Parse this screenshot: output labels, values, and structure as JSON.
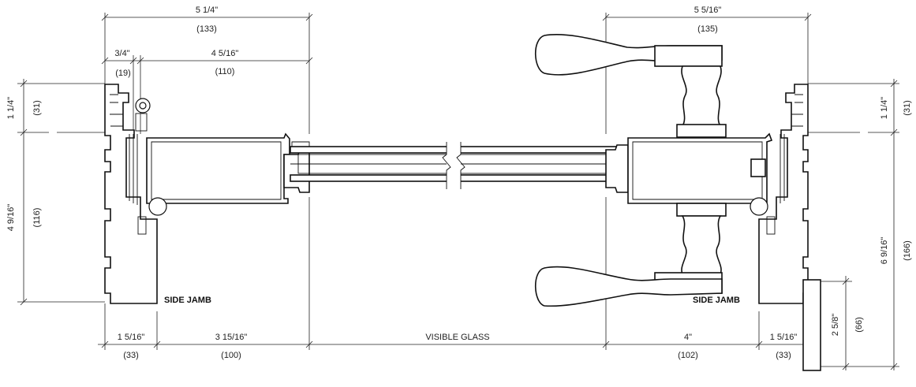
{
  "labels": {
    "left_jamb": "SIDE JAMB",
    "right_jamb": "SIDE JAMB",
    "visible_glass": "VISIBLE GLASS"
  },
  "dims": {
    "top_left_overall": {
      "imperial": "5 1/4\"",
      "metric": "(133)"
    },
    "top_left_a": {
      "imperial": "3/4\"",
      "metric": "(19)"
    },
    "top_left_b": {
      "imperial": "4 5/16\"",
      "metric": "(110)"
    },
    "top_right_overall": {
      "imperial": "5 5/16\"",
      "metric": "(135)"
    },
    "left_v_top": {
      "imperial": "1 1/4\"",
      "metric": "(31)"
    },
    "left_v_main": {
      "imperial": "4 9/16\"",
      "metric": "(116)"
    },
    "right_v_top": {
      "imperial": "1 1/4\"",
      "metric": "(31)"
    },
    "right_v_main": {
      "imperial": "6 9/16\"",
      "metric": "(166)"
    },
    "right_v_small": {
      "imperial": "2 5/8\"",
      "metric": "(66)"
    },
    "bottom_left_a": {
      "imperial": "1 5/16\"",
      "metric": "(33)"
    },
    "bottom_left_b": {
      "imperial": "3 15/16\"",
      "metric": "(100)"
    },
    "bottom_right_a": {
      "imperial": "4\"",
      "metric": "(102)"
    },
    "bottom_right_b": {
      "imperial": "1 5/16\"",
      "metric": "(33)"
    }
  }
}
